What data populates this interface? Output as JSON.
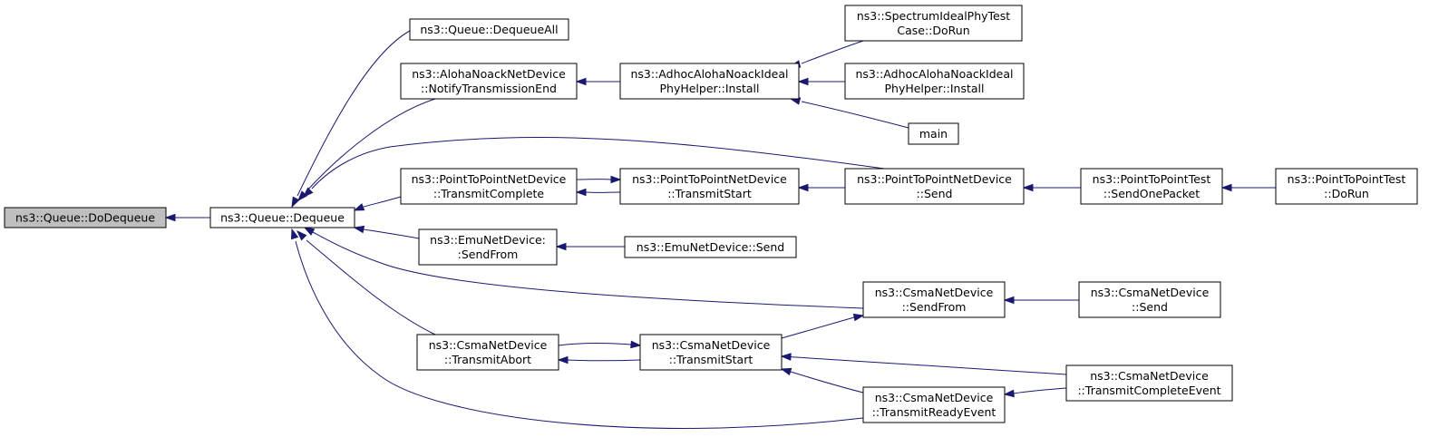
{
  "graph": {
    "edge_color": "#191970",
    "root_fill": "#bfbfbf",
    "node_fill": "#ffffff",
    "nodes": [
      {
        "id": "dodequeue",
        "lines": [
          "ns3::Queue::DoDequeue"
        ]
      },
      {
        "id": "dequeue",
        "lines": [
          "ns3::Queue::Dequeue"
        ]
      },
      {
        "id": "dequeueall",
        "lines": [
          "ns3::Queue::DequeueAll"
        ]
      },
      {
        "id": "aloha-notify",
        "lines": [
          "ns3::AlohaNoackNetDevice",
          "::NotifyTransmissionEnd"
        ]
      },
      {
        "id": "adhoc-install",
        "lines": [
          "ns3::AdhocAlohaNoackIdeal",
          "PhyHelper::Install"
        ]
      },
      {
        "id": "spectrum-dorun",
        "lines": [
          "ns3::SpectrumIdealPhyTest",
          "Case::DoRun"
        ]
      },
      {
        "id": "adhoc-install2",
        "lines": [
          "ns3::AdhocAlohaNoackIdeal",
          "PhyHelper::Install"
        ]
      },
      {
        "id": "main",
        "lines": [
          "main"
        ]
      },
      {
        "id": "p2p-txcomplete",
        "lines": [
          "ns3::PointToPointNetDevice",
          "::TransmitComplete"
        ]
      },
      {
        "id": "p2p-txstart",
        "lines": [
          "ns3::PointToPointNetDevice",
          "::TransmitStart"
        ]
      },
      {
        "id": "p2p-send",
        "lines": [
          "ns3::PointToPointNetDevice",
          "::Send"
        ]
      },
      {
        "id": "p2ptest-sendone",
        "lines": [
          "ns3::PointToPointTest",
          "::SendOnePacket"
        ]
      },
      {
        "id": "p2ptest-dorun",
        "lines": [
          "ns3::PointToPointTest",
          "::DoRun"
        ]
      },
      {
        "id": "emu-sendfrom",
        "lines": [
          "ns3::EmuNetDevice:",
          ":SendFrom"
        ]
      },
      {
        "id": "emu-send",
        "lines": [
          "ns3::EmuNetDevice::Send"
        ]
      },
      {
        "id": "csma-sendfrom",
        "lines": [
          "ns3::CsmaNetDevice",
          "::SendFrom"
        ]
      },
      {
        "id": "csma-send",
        "lines": [
          "ns3::CsmaNetDevice",
          "::Send"
        ]
      },
      {
        "id": "csma-txabort",
        "lines": [
          "ns3::CsmaNetDevice",
          "::TransmitAbort"
        ]
      },
      {
        "id": "csma-txstart",
        "lines": [
          "ns3::CsmaNetDevice",
          "::TransmitStart"
        ]
      },
      {
        "id": "csma-txcomplete",
        "lines": [
          "ns3::CsmaNetDevice",
          "::TransmitCompleteEvent"
        ]
      },
      {
        "id": "csma-txready",
        "lines": [
          "ns3::CsmaNetDevice",
          "::TransmitReadyEvent"
        ]
      }
    ],
    "edges": [
      {
        "from": "dequeue",
        "to": "dodequeue"
      },
      {
        "from": "dequeueall",
        "to": "dequeue"
      },
      {
        "from": "aloha-notify",
        "to": "dequeue"
      },
      {
        "from": "p2p-send",
        "to": "dequeue"
      },
      {
        "from": "p2p-txcomplete",
        "to": "dequeue"
      },
      {
        "from": "emu-sendfrom",
        "to": "dequeue"
      },
      {
        "from": "csma-sendfrom",
        "to": "dequeue"
      },
      {
        "from": "csma-txabort",
        "to": "dequeue"
      },
      {
        "from": "csma-txready",
        "to": "dequeue"
      },
      {
        "from": "adhoc-install",
        "to": "aloha-notify"
      },
      {
        "from": "spectrum-dorun",
        "to": "adhoc-install"
      },
      {
        "from": "adhoc-install2",
        "to": "adhoc-install"
      },
      {
        "from": "main",
        "to": "adhoc-install"
      },
      {
        "from": "p2p-txstart",
        "to": "p2p-txcomplete"
      },
      {
        "from": "p2p-txcomplete",
        "to": "p2p-txstart"
      },
      {
        "from": "p2p-send",
        "to": "p2p-txstart"
      },
      {
        "from": "p2ptest-sendone",
        "to": "p2p-send"
      },
      {
        "from": "p2ptest-dorun",
        "to": "p2ptest-sendone"
      },
      {
        "from": "emu-send",
        "to": "emu-sendfrom"
      },
      {
        "from": "csma-send",
        "to": "csma-sendfrom"
      },
      {
        "from": "csma-txstart",
        "to": "csma-sendfrom"
      },
      {
        "from": "csma-txstart",
        "to": "csma-txabort"
      },
      {
        "from": "csma-txabort",
        "to": "csma-txstart"
      },
      {
        "from": "csma-txcomplete",
        "to": "csma-txstart"
      },
      {
        "from": "csma-txready",
        "to": "csma-txstart"
      },
      {
        "from": "csma-txcomplete",
        "to": "csma-txready"
      }
    ]
  }
}
